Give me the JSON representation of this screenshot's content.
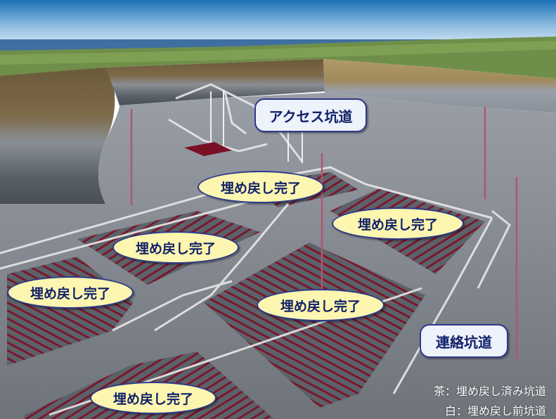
{
  "labels": {
    "access_tunnel": "アクセス坑道",
    "connecting_tunnel": "連絡坑道",
    "backfill_done": "埋め戻し完了"
  },
  "legend": {
    "brown": "茶：埋め戻し済み坑道",
    "white": "白：埋め戻し前坑道"
  },
  "colors": {
    "backfilled_tunnel": "#7a1226",
    "open_tunnel": "#e8e8e8",
    "label_fill": "#fdf6b0",
    "label_border": "#2b3a8c",
    "label_text": "#10206a"
  }
}
